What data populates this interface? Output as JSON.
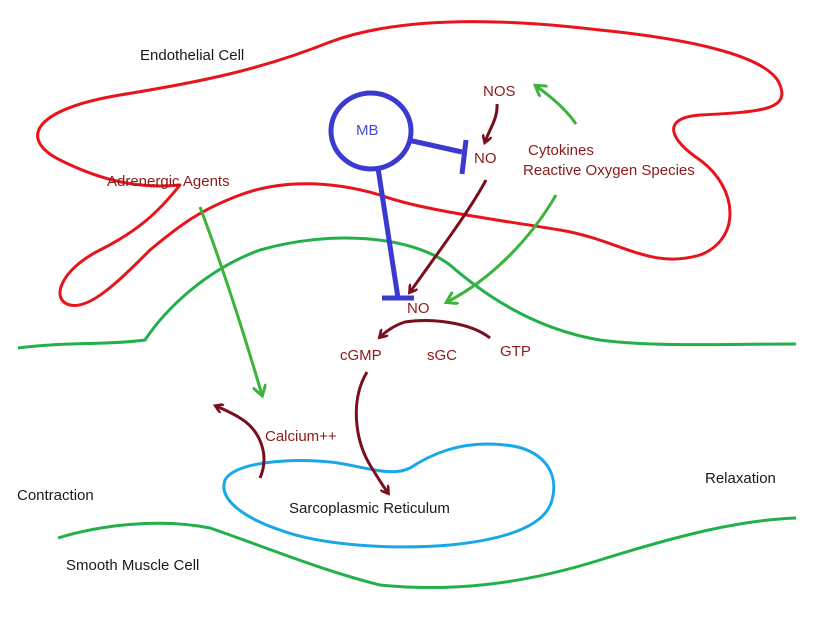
{
  "labels": {
    "endothelial_cell": "Endothelial Cell",
    "adrenergic_agents": "Adrenergic Agents",
    "mb": "MB",
    "nos": "NOS",
    "no_endothelial": "NO",
    "cytokines": "Cytokines",
    "ros": "Reactive Oxygen Species",
    "no_muscle": "NO",
    "cgmp": "cGMP",
    "sgc": "sGC",
    "gtp": "GTP",
    "calcium": "Calcium++",
    "contraction": "Contraction",
    "relaxation": "Relaxation",
    "sarcoplasmic_reticulum": "Sarcoplasmic Reticulum",
    "smooth_muscle_cell": "Smooth Muscle Cell"
  },
  "colors": {
    "endothelium_outline": "#e8141c",
    "smooth_muscle_outline": "#22b04a",
    "reticulum_outline": "#18a8e8",
    "inhibitor": "#3a3ad0",
    "pathway_arrow": "#7a0e1e",
    "stimulus_arrow": "#3cb43c",
    "label_dark_red": "#8b1a1a",
    "label_black": "#1a1a1a"
  }
}
